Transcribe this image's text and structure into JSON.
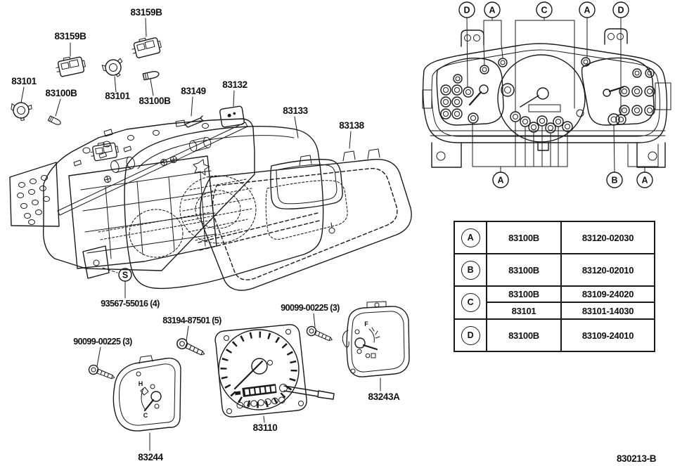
{
  "drawing_number": "830213-B",
  "part_labels": {
    "bulb_holder_upper": "83159B",
    "bulb_holder_mid": "83159B",
    "socket_far_left": "83101",
    "bulb_far_left": "83100B",
    "socket_mid": "83101",
    "bulb_mid": "83100B",
    "plate_83149": "83149",
    "box_83132": "83132",
    "case_83133": "83133",
    "glass_83138": "83138",
    "screw_spec_s": "93567-55016 (4)",
    "screw_83194": "83194-87501 (5)",
    "screw_90099_left": "90099-00225 (3)",
    "screw_90099_right": "90099-00225 (3)",
    "speedometer": "83110",
    "fuel_gauge_plate": "83243A",
    "temp_gauge_plate": "83244",
    "s_symbol": "S"
  },
  "callouts": {
    "top": [
      "D",
      "A",
      "C",
      "A",
      "D"
    ],
    "bottom": [
      "A",
      "B",
      "A"
    ]
  },
  "gauge_marks": {
    "temp_h": "H",
    "temp_c": "C",
    "fuel_f": "F"
  },
  "table": {
    "rows": [
      {
        "letter": "A",
        "entries": [
          {
            "part": "83100B",
            "number": "83120-02030"
          }
        ]
      },
      {
        "letter": "B",
        "entries": [
          {
            "part": "83100B",
            "number": "83120-02010"
          }
        ]
      },
      {
        "letter": "C",
        "entries": [
          {
            "part": "83100B",
            "number": "83109-24020"
          },
          {
            "part": "83101",
            "number": "83101-14030"
          }
        ]
      },
      {
        "letter": "D",
        "entries": [
          {
            "part": "83100B",
            "number": "83109-24010"
          }
        ]
      }
    ]
  }
}
